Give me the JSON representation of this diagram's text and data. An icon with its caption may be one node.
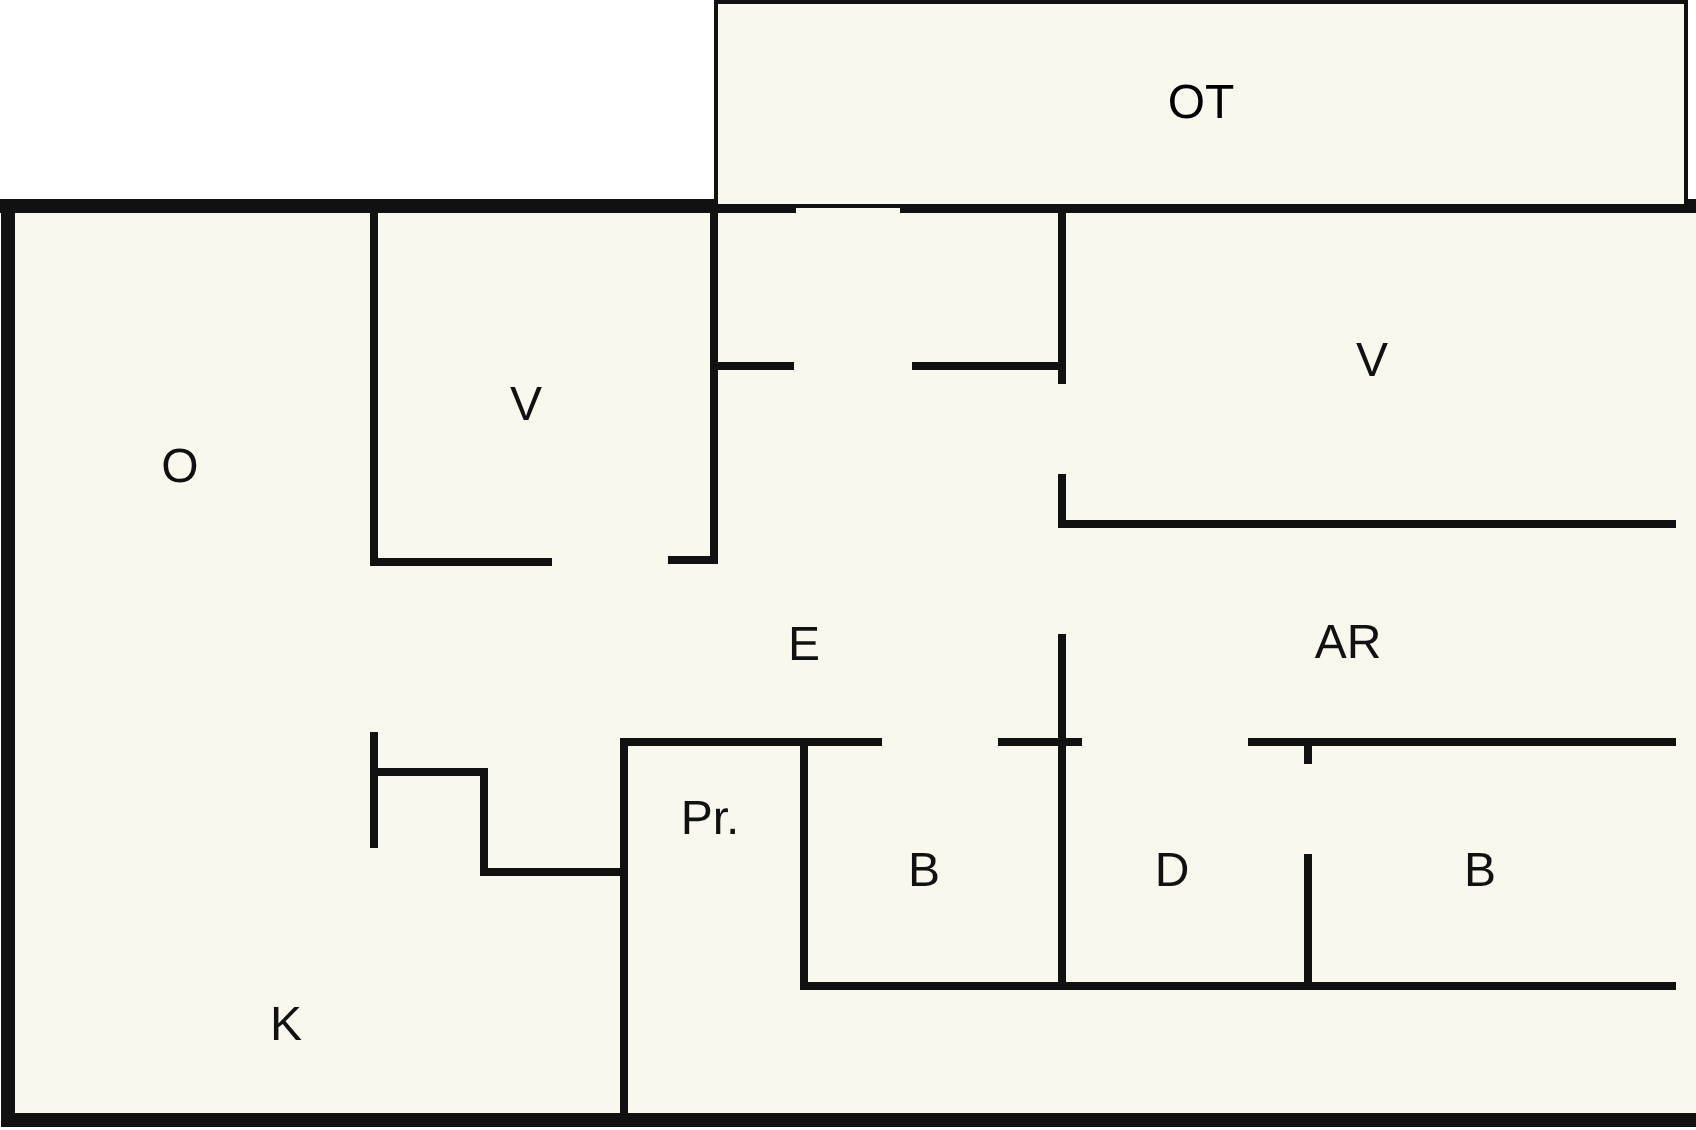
{
  "diagram": {
    "nodes": [
      {
        "text": [
          "OT"
        ]
      }
    ],
    "labels": [
      "V",
      "O",
      "V",
      "E",
      "AR",
      "Pr.",
      "B",
      "D",
      "B",
      "K"
    ]
  }
}
